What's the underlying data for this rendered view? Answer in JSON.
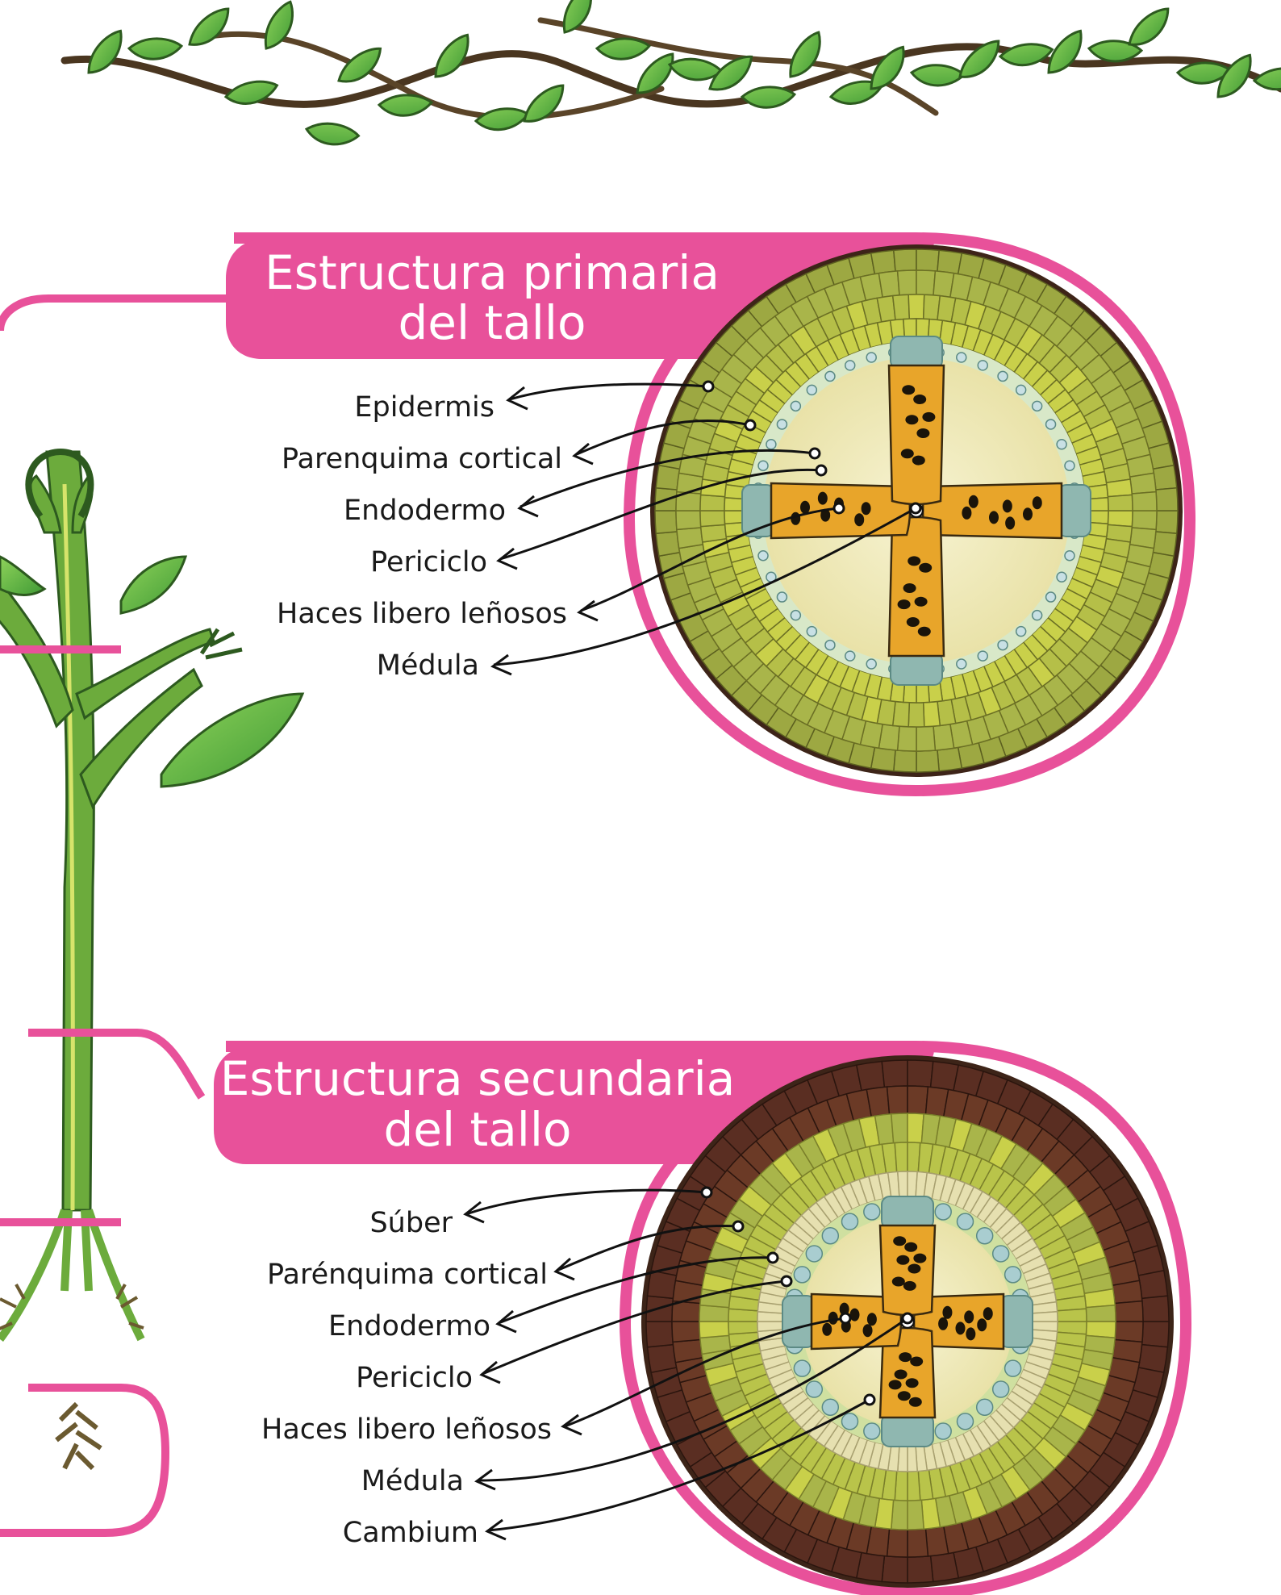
{
  "primary": {
    "title_line1": "Estructura primaria",
    "title_line2": "del tallo",
    "labels": [
      "Epidermis",
      "Parenquima cortical",
      "Endodermo",
      "Periciclo",
      "Haces libero leñosos",
      "Médula"
    ]
  },
  "secondary": {
    "title_line1": "Estructura secundaria",
    "title_line2": "del tallo",
    "labels": [
      "Súber",
      "Parénquima cortical",
      "Endodermo",
      "Periciclo",
      "Haces libero leñosos",
      "Médula",
      "Cambium"
    ]
  },
  "colors": {
    "accent_pink": "#e8519a",
    "leaf_green": "#5cb84a",
    "stem_green": "#6cab3c",
    "vine_brown": "#4a3620",
    "epidermis_dark": "#3d2418",
    "suber_brown": "#5a2e22",
    "cortex_olive": "#a9b54a",
    "cortex_yellow": "#c9d04a",
    "pith_cream": "#f1ecc0",
    "xylem_orange": "#e8a52a",
    "phloem_teal": "#8fb7b0"
  }
}
